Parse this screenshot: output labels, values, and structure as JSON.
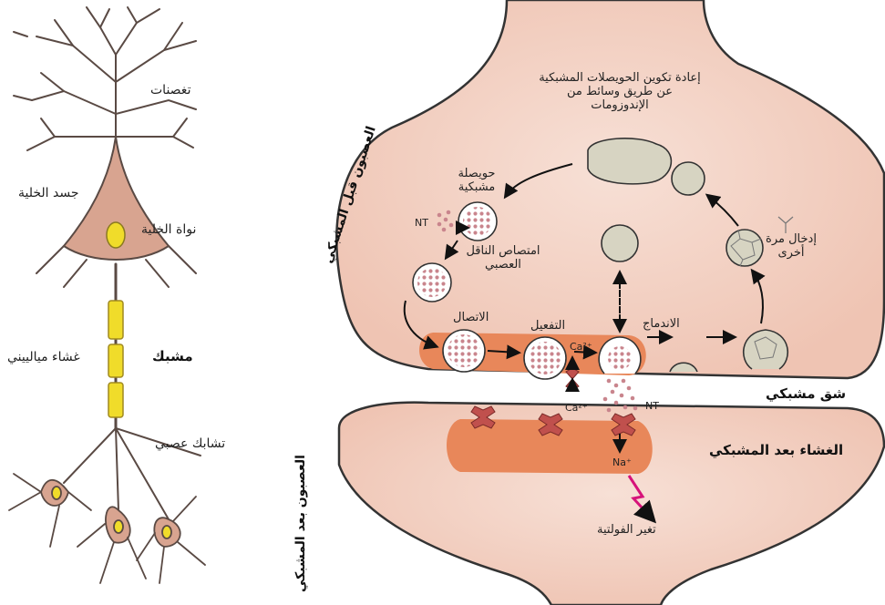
{
  "neuron": {
    "dendrites": "تغصنات",
    "cell_body": "جسد الخلية",
    "nucleus": "نواة الخلية",
    "synapse": "مشبك",
    "myelin": "غشاء ميالييني",
    "terminal_branches": "تشابك عصبي"
  },
  "synapse": {
    "presynaptic": "العصبون قبل المشبكي",
    "postsynaptic": "العصبون بعد المشبكي",
    "endosome_recycling": "إعادة تكوين الحويصلات المشبكية عن طريق وسائط من الإندوزومات",
    "synaptic_vesicle": "حويصلة مشبكية",
    "nt_uptake": "امتصاص الناقل العصبي",
    "docking": "الاتصال",
    "priming": "التفعيل",
    "fusion": "الاندماج",
    "reentry": "إدخال مرة أخرى",
    "synaptic_cleft": "شق مشبكي",
    "postsynaptic_membrane": "الغشاء بعد المشبكي",
    "voltage_change": "تغير الفولتية",
    "nt_left": "NT",
    "nt_right": "NT",
    "ca_ion": "Ca²⁺",
    "ca_ion_2": "Ca²⁺",
    "na_ion": "Na⁺"
  },
  "colors": {
    "cell_fill": "#f3d3c6",
    "membrane": "#333333",
    "active_zone": "#e8875a",
    "myelin": "#f0dc2a",
    "vesicle_fill": "#d7d4c2",
    "neurotransmitter": "#c9858d",
    "channel": "#c0504d",
    "signal": "#d6127a"
  }
}
